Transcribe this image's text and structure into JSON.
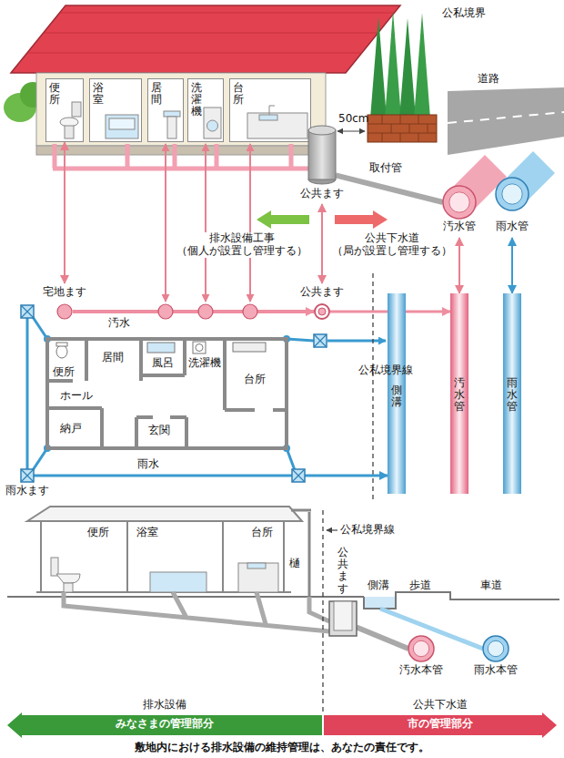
{
  "diagram": {
    "caption": "敷地内における排水設備の維持管理は、あなたの責任です。",
    "nodes": [
      {
        "text": [
          "便所"
        ]
      },
      {
        "text": [
          "浴室"
        ]
      },
      {
        "text": [
          "居間"
        ]
      },
      {
        "text": [
          "洗濯機"
        ]
      },
      {
        "text": [
          "台所"
        ]
      },
      {
        "text": [
          "公共ます"
        ]
      },
      {
        "text": [
          "汚水管"
        ]
      },
      {
        "text": [
          "雨水管"
        ]
      },
      {
        "text": [
          "宅地ます"
        ]
      },
      {
        "text": [
          "公共ます"
        ]
      },
      {
        "text": [
          "雨水ます"
        ]
      },
      {
        "text": [
          "側溝"
        ]
      },
      {
        "text": [
          "汚水管"
        ]
      },
      {
        "text": [
          "雨水管"
        ]
      },
      {
        "text": [
          "公共ます"
        ]
      },
      {
        "text": [
          "汚水本管"
        ]
      },
      {
        "text": [
          "雨水本管"
        ]
      },
      {
        "text": [
          "排水設備",
          "みなさまの管理部分"
        ]
      },
      {
        "text": [
          "公共下水道",
          "市の管理部分"
        ]
      }
    ],
    "edges": [
      {
        "from": 0,
        "to": 8,
        "arrow": "both"
      },
      {
        "from": 5,
        "to": 9,
        "arrow": "both"
      },
      {
        "from": 6,
        "to": 12,
        "arrow": "both"
      },
      {
        "from": 7,
        "to": 13,
        "arrow": "both"
      },
      {
        "from": 5,
        "to": 6,
        "label": "取付管",
        "arrow": "none"
      },
      {
        "from": 8,
        "to": 9,
        "label": "汚水",
        "arrow": "to"
      },
      {
        "from": 9,
        "to": 12,
        "arrow": "to"
      },
      {
        "from": 10,
        "to": 11,
        "label": "雨水",
        "arrow": "to"
      },
      {
        "from": 14,
        "to": 15,
        "arrow": "none"
      }
    ],
    "labels": [
      "公私境界",
      "道路",
      "50cm",
      "排水設備工事 （個人が設置し管理する）",
      "公共下水道 （局が設置し管理する）",
      "便所",
      "居間",
      "風呂",
      "洗濯機",
      "台所",
      "ホール",
      "納戸",
      "玄関",
      "公私境界線",
      "便所",
      "浴室",
      "台所",
      "樋",
      "公私境界線",
      "側溝",
      "歩道",
      "車道"
    ]
  }
}
